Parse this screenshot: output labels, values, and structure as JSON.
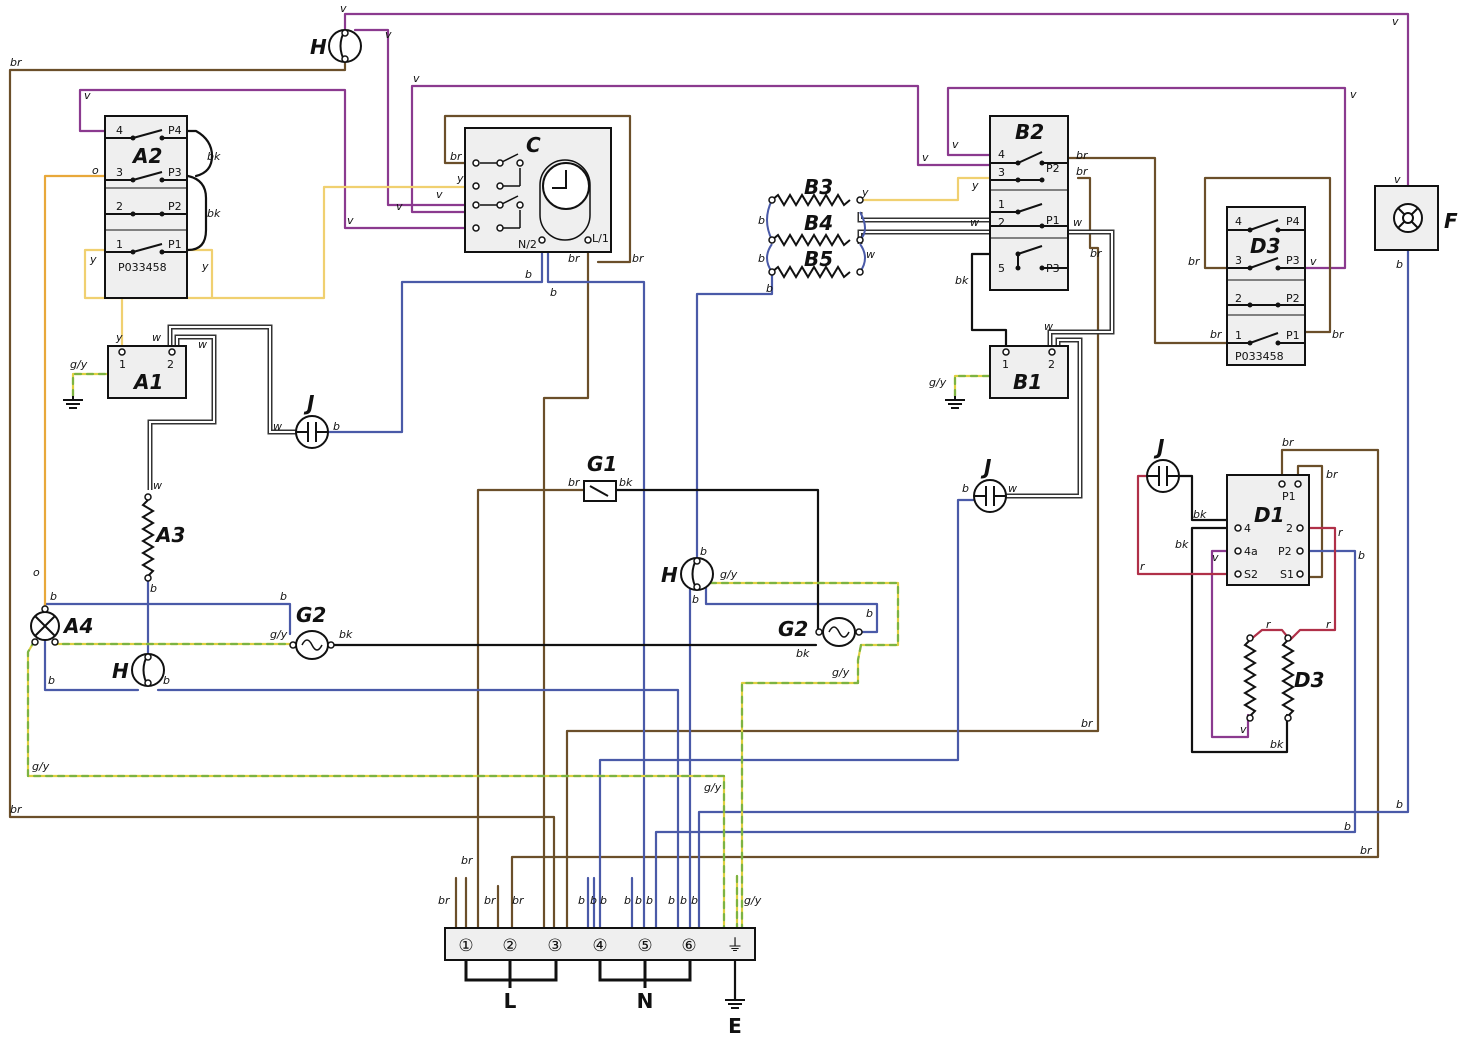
{
  "colors": {
    "violet": "#8b3a8f",
    "brown": "#6b4f2a",
    "blue": "#4a5aa8",
    "yellow": "#f0d070",
    "orange": "#e8a83a",
    "black": "#111111",
    "white_wire": "#333333",
    "red": "#b03048",
    "green_yellow": "#7cb342",
    "box_fill": "#efefef"
  },
  "components": {
    "A1": "A1",
    "A2": "A2",
    "A3": "A3",
    "A4": "A4",
    "B1": "B1",
    "B2": "B2",
    "B3": "B3",
    "B4": "B4",
    "B5": "B5",
    "C": "C",
    "D1": "D1",
    "D3_switch": "D3",
    "D3_element": "D3",
    "F": "F",
    "G1": "G1",
    "G2_left": "G2",
    "G2_right": "G2",
    "H_top": "H",
    "H_left": "H",
    "H_center": "H",
    "J_left": "J",
    "J_right": "J",
    "J_d1": "J"
  },
  "part_codes": {
    "A2": "P033458",
    "D3": "P033458"
  },
  "switch_terms": {
    "A2_left": [
      "4",
      "3",
      "2",
      "1"
    ],
    "A2_right": [
      "P4",
      "P3",
      "P2",
      "P1"
    ],
    "D3_left": [
      "4",
      "3",
      "2",
      "1"
    ],
    "D3_right": [
      "P4",
      "P3",
      "P2",
      "P1"
    ],
    "B2_left": [
      "4",
      "3",
      "1",
      "2",
      "5"
    ],
    "B2_right": [
      "P2",
      "P1",
      "P3"
    ],
    "A1_terms": [
      "1",
      "2"
    ],
    "B1_terms": [
      "1",
      "2"
    ],
    "C_terms": [
      "N/2",
      "L/1"
    ],
    "D1_left": [
      "4",
      "4a",
      "S2"
    ],
    "D1_right": [
      "P1",
      "2",
      "P2",
      "S1"
    ]
  },
  "wire_labels": {
    "v": "v",
    "br": "br",
    "b": "b",
    "y": "y",
    "o": "o",
    "w": "w",
    "bk": "bk",
    "gy": "g/y",
    "r": "r"
  },
  "terminal_block": {
    "terminals": [
      "①",
      "②",
      "③",
      "④",
      "⑤",
      "⑥",
      "⏚"
    ],
    "groups": {
      "L": "L",
      "N": "N",
      "E": "E"
    }
  }
}
